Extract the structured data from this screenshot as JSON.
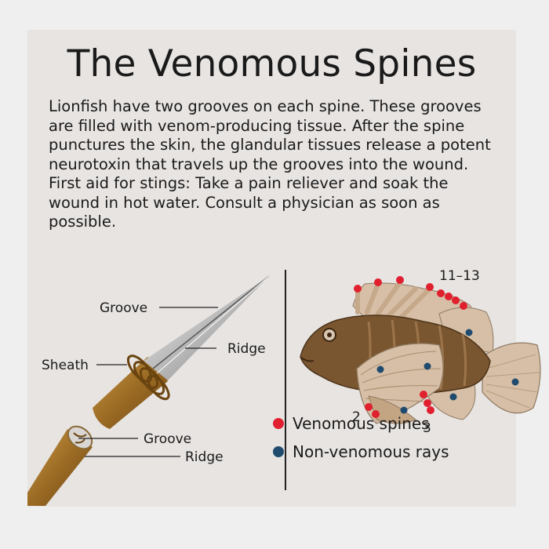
{
  "title": "The Venomous Spines",
  "description": "Lionfish have two grooves on each spine. These grooves are filled with venom-producing tissue. After the spine punctures the skin, the glandular tissues release a potent neurotoxin that travels up the grooves into the wound. First aid for stings: Take a pain reliever and soak the wound in hot water. Consult a physician as soon as possible.",
  "spine_diagram": {
    "labels": {
      "groove_top": "Groove",
      "ridge_top": "Ridge",
      "sheath": "Sheath",
      "groove_bottom": "Groove",
      "ridge_bottom": "Ridge"
    }
  },
  "fish_diagram": {
    "dorsal_count": "11–13",
    "pelvic_count": "2",
    "anal_count": "3"
  },
  "legend": {
    "venomous": {
      "label": "Venomous spines",
      "color": "#e0202e"
    },
    "non_venomous": {
      "label": "Non-venomous rays",
      "color": "#1f4b6e"
    }
  },
  "colors": {
    "panel": "#e7e4e2",
    "fish_body": "#7a5630",
    "fin": "#d6bfa6"
  }
}
